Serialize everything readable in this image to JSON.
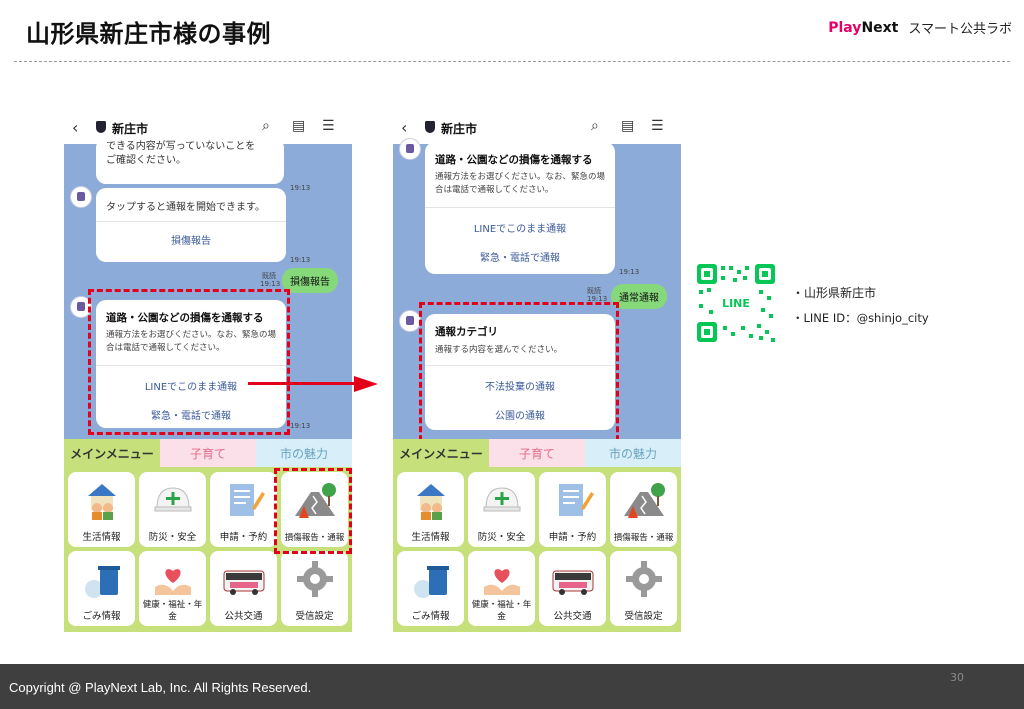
{
  "slide": {
    "title": "山形県新庄市様の事例",
    "brand_play": "Play",
    "brand_next": "Next",
    "brand_rest": "スマート公共ラボ",
    "copyright": "Copyright @ PlayNext Lab, Inc. All Rights Reserved.",
    "page_number": "30"
  },
  "phone_left": {
    "header_name": "新庄市",
    "msg1_text": "できる内容が写っていないことを\nご確認ください。",
    "msg1_time": "19:13",
    "msg2_text": "タップすると通報を開始できます。",
    "msg2_link": "損傷報告",
    "msg2_time": "19:13",
    "read_label": "既読",
    "read_time": "19:13",
    "user_msg": "損傷報告",
    "card_title": "道路・公園などの損傷を通報する",
    "card_body": "通報方法をお選びください。なお、緊急の場合は電話で通報してください。",
    "card_opt1": "LINEでこのまま通報",
    "card_opt2": "緊急・電話で通報",
    "card_time": "19:13"
  },
  "phone_right": {
    "header_name": "新庄市",
    "card_title": "道路・公園などの損傷を通報する",
    "card_body": "通報方法をお選びください。なお、緊急の場合は電話で通報してください。",
    "card_opt1": "LINEでこのまま通報",
    "card_opt2": "緊急・電話で通報",
    "card_time": "19:13",
    "read_label": "既読",
    "read_time": "19:13",
    "user_msg": "通常通報",
    "cat_title": "通報カテゴリ",
    "cat_body": "通報する内容を選んでください。",
    "cat_opt1": "不法投棄の通報",
    "cat_opt2": "公園の通報"
  },
  "menu": {
    "tabs": [
      "メインメニュー",
      "子育て",
      "市の魅力"
    ],
    "items": [
      "生活情報",
      "防災・安全",
      "申請・予約",
      "損傷報告・通報",
      "ごみ情報",
      "健康・福祉・年金",
      "公共交通",
      "受信設定"
    ]
  },
  "qr_info": {
    "qr_label": "LINE",
    "line1": "・山形県新庄市",
    "line2": "・LINE ID：@shinjo_city"
  },
  "colors": {
    "chat_bg": "#8cabd9",
    "menu_bg": "#c6e07c",
    "highlight_red": "#e3001b",
    "line_green": "#06c755",
    "user_bubble": "#86d97a"
  }
}
